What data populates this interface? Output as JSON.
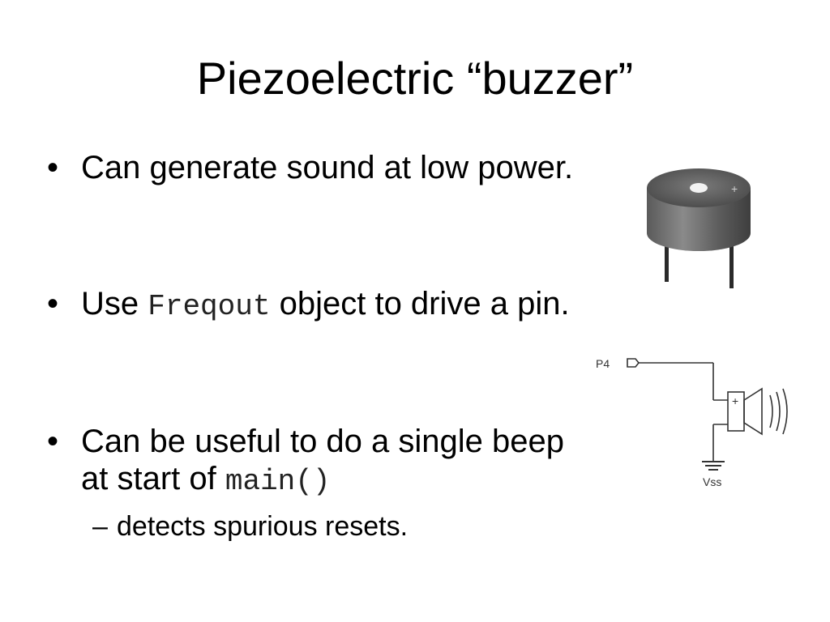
{
  "slide": {
    "title": "Piezoelectric “buzzer”",
    "bullets": [
      {
        "text": "Can generate sound at low power."
      },
      {
        "before": "Use ",
        "code": "Freqout",
        "after": " object to drive a pin."
      },
      {
        "before": "Can be useful to do a single beep at start of ",
        "code": "main()"
      }
    ],
    "sub_bullet": "detects spurious resets.",
    "bullet_marker": "•",
    "sub_marker": "–"
  },
  "schematic": {
    "pin_label": "P4",
    "ground_label": "Vss",
    "plus_sign": "+"
  },
  "buzzer_image": {
    "plus_marking": "+"
  }
}
